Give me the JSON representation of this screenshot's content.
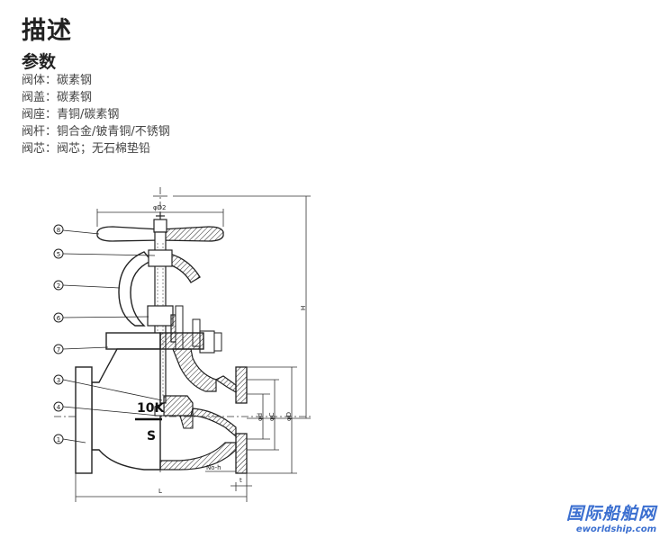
{
  "title": "描述",
  "subtitle": "参数",
  "specs": [
    "阀体：碳素钢",
    "阀盖：碳素钢",
    "阀座：青铜/碳素钢",
    "阀杆：铜合金/铍青铜/不锈钢",
    "阀芯：阀芯；无石棉垫铅"
  ],
  "drawing": {
    "part_numbers": [
      "8",
      "5",
      "2",
      "6",
      "7",
      "3",
      "4",
      "1"
    ],
    "dim_d2": "φD2",
    "dim_h": "H",
    "dim_d": "φd",
    "dim_c": "φC",
    "dim_D": "φD",
    "dim_L": "L",
    "dim_t": "t",
    "dim_noh": "No-h",
    "mark_10k": "10K",
    "mark_s": "S"
  },
  "watermark": {
    "cn": "国际船舶网",
    "en": "eworldship.com"
  }
}
